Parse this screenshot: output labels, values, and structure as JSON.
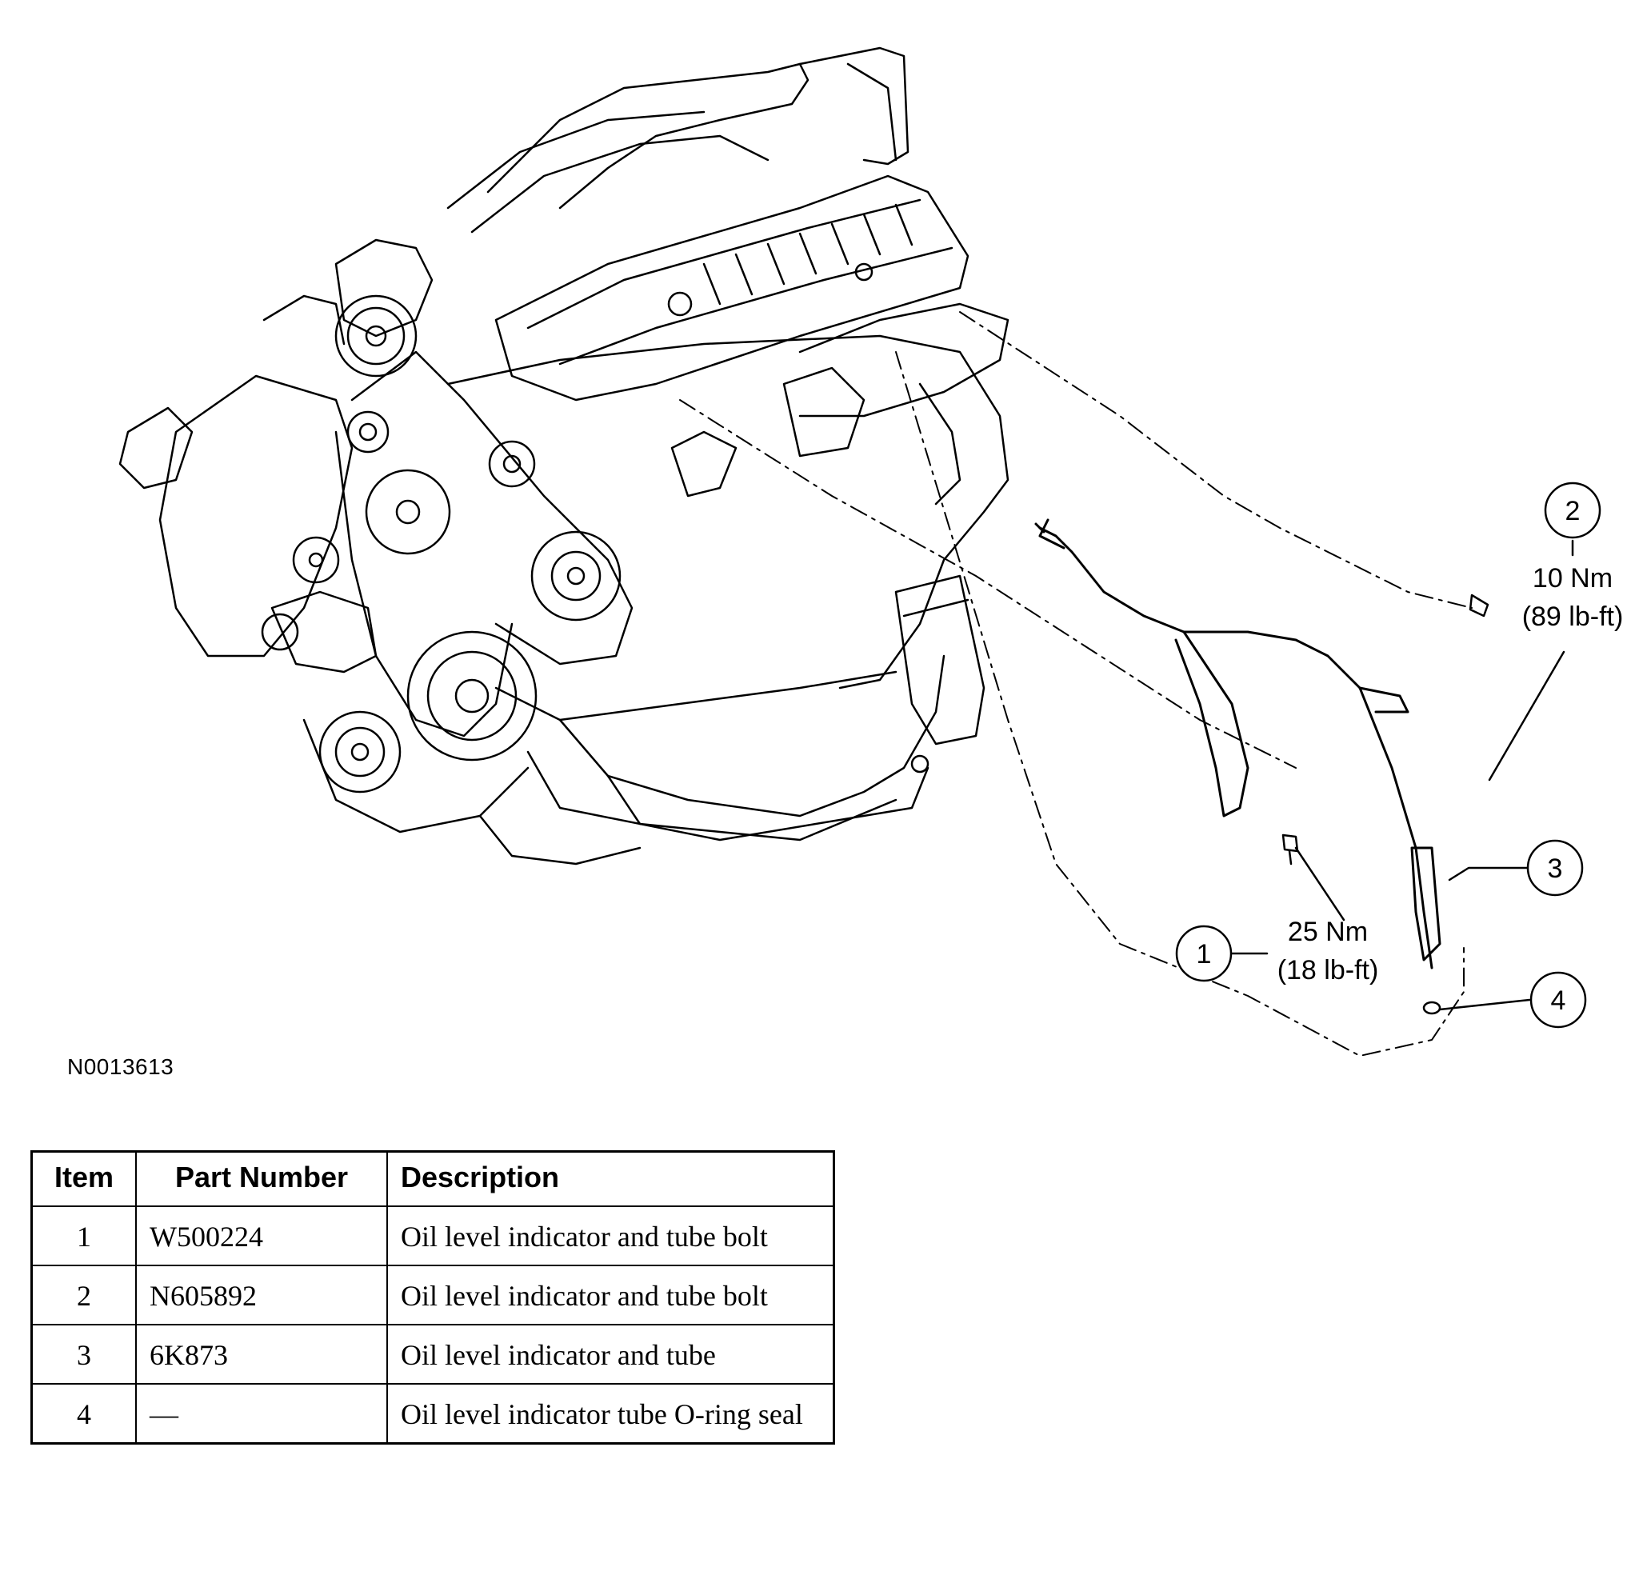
{
  "figure_id": "N0013613",
  "callouts": [
    {
      "number": "1",
      "torque_nm": "25 Nm",
      "torque_lbft": "(18 lb-ft)"
    },
    {
      "number": "2",
      "torque_nm": "10 Nm",
      "torque_lbft": "(89 lb-ft)"
    },
    {
      "number": "3"
    },
    {
      "number": "4"
    }
  ],
  "table": {
    "headers": [
      "Item",
      "Part Number",
      "Description"
    ],
    "rows": [
      {
        "item": "1",
        "part_number": "W500224",
        "description": "Oil level indicator and tube bolt"
      },
      {
        "item": "2",
        "part_number": "N605892",
        "description": "Oil level indicator and tube bolt"
      },
      {
        "item": "3",
        "part_number": "6K873",
        "description": "Oil level indicator and tube"
      },
      {
        "item": "4",
        "part_number": "—",
        "description": "Oil level indicator tube O-ring seal"
      }
    ]
  }
}
